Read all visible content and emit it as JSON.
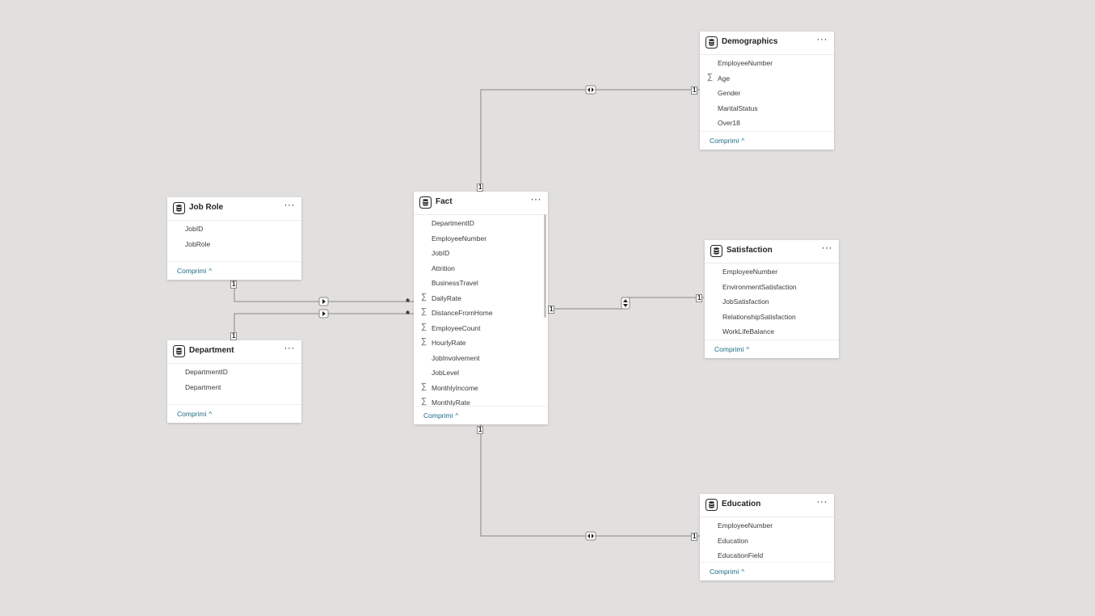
{
  "collapse_label": "Comprimi",
  "tables": {
    "demographics": {
      "name": "Demographics",
      "fields": [
        {
          "name": "EmployeeNumber",
          "sigma": false
        },
        {
          "name": "Age",
          "sigma": true
        },
        {
          "name": "Gender",
          "sigma": false
        },
        {
          "name": "MaritalStatus",
          "sigma": false
        },
        {
          "name": "Over18",
          "sigma": false
        }
      ]
    },
    "job_role": {
      "name": "Job Role",
      "fields": [
        {
          "name": "JobID",
          "sigma": false
        },
        {
          "name": "JobRole",
          "sigma": false
        }
      ]
    },
    "fact": {
      "name": "Fact",
      "fields": [
        {
          "name": "DepartmentID",
          "sigma": false
        },
        {
          "name": "EmployeeNumber",
          "sigma": false
        },
        {
          "name": "JobID",
          "sigma": false
        },
        {
          "name": "Attrition",
          "sigma": false
        },
        {
          "name": "BusinessTravel",
          "sigma": false
        },
        {
          "name": "DailyRate",
          "sigma": true
        },
        {
          "name": "DistanceFromHome",
          "sigma": true
        },
        {
          "name": "EmployeeCount",
          "sigma": true
        },
        {
          "name": "HourlyRate",
          "sigma": true
        },
        {
          "name": "JobInvolvement",
          "sigma": false
        },
        {
          "name": "JobLevel",
          "sigma": false
        },
        {
          "name": "MonthlyIncome",
          "sigma": true
        },
        {
          "name": "MonthlyRate",
          "sigma": true
        }
      ]
    },
    "satisfaction": {
      "name": "Satisfaction",
      "fields": [
        {
          "name": "EmployeeNumber",
          "sigma": false
        },
        {
          "name": "EnvironmentSatisfaction",
          "sigma": false
        },
        {
          "name": "JobSatisfaction",
          "sigma": false
        },
        {
          "name": "RelationshipSatisfaction",
          "sigma": false
        },
        {
          "name": "WorkLifeBalance",
          "sigma": false
        }
      ]
    },
    "department": {
      "name": "Department",
      "fields": [
        {
          "name": "DepartmentID",
          "sigma": false
        },
        {
          "name": "Department",
          "sigma": false
        }
      ]
    },
    "education": {
      "name": "Education",
      "fields": [
        {
          "name": "EmployeeNumber",
          "sigma": false
        },
        {
          "name": "Education",
          "sigma": false
        },
        {
          "name": "EducationField",
          "sigma": false
        }
      ]
    }
  },
  "relationships": [
    {
      "from": "Fact",
      "to": "Demographics",
      "from_cardinality": "1",
      "to_cardinality": "1",
      "filter_direction": "both"
    },
    {
      "from": "Fact",
      "to": "Satisfaction",
      "from_cardinality": "1",
      "to_cardinality": "1",
      "filter_direction": "both"
    },
    {
      "from": "Fact",
      "to": "Education",
      "from_cardinality": "1",
      "to_cardinality": "1",
      "filter_direction": "both"
    },
    {
      "from": "Job Role",
      "to": "Fact",
      "from_cardinality": "1",
      "to_cardinality": "*",
      "filter_direction": "single"
    },
    {
      "from": "Department",
      "to": "Fact",
      "from_cardinality": "1",
      "to_cardinality": "*",
      "filter_direction": "single"
    }
  ],
  "symbols": {
    "one": "1",
    "many": "*",
    "sum": "∑",
    "more": "···",
    "caret": "^"
  },
  "colors": {
    "canvas": "#e1e0df",
    "link_text": "#1b6b86",
    "line": "#8a8886"
  }
}
